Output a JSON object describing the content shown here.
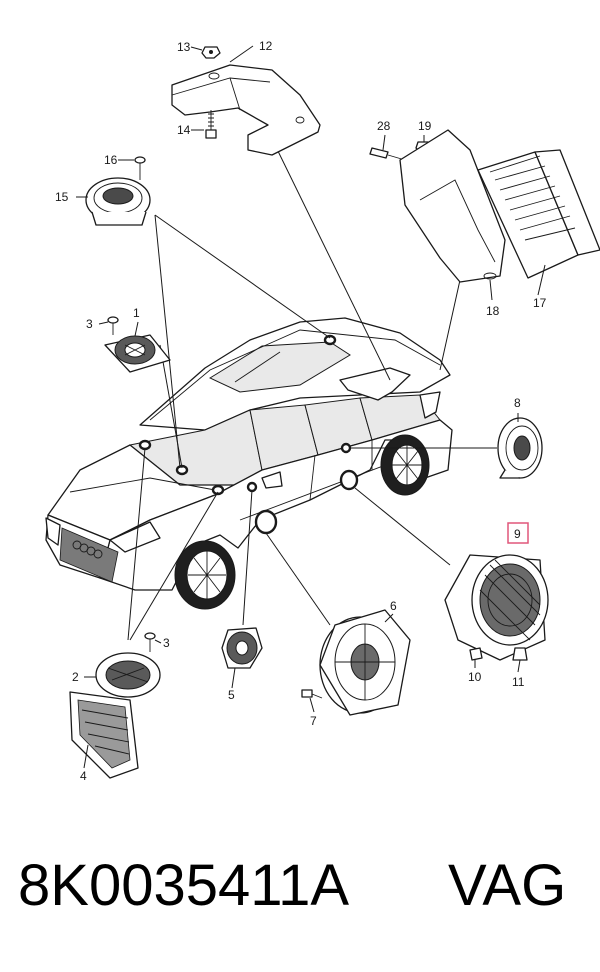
{
  "callouts": [
    "1",
    "2",
    "3",
    "3",
    "4",
    "5",
    "6",
    "7",
    "8",
    "9",
    "10",
    "11",
    "12",
    "13",
    "14",
    "15",
    "16",
    "17",
    "18",
    "19",
    "28"
  ],
  "caption": {
    "part_number": "8K0035411A",
    "brand": "VAG"
  },
  "colors": {
    "highlight_box": "#e0577a",
    "line": "#1a1a1a",
    "background": "#ffffff"
  }
}
